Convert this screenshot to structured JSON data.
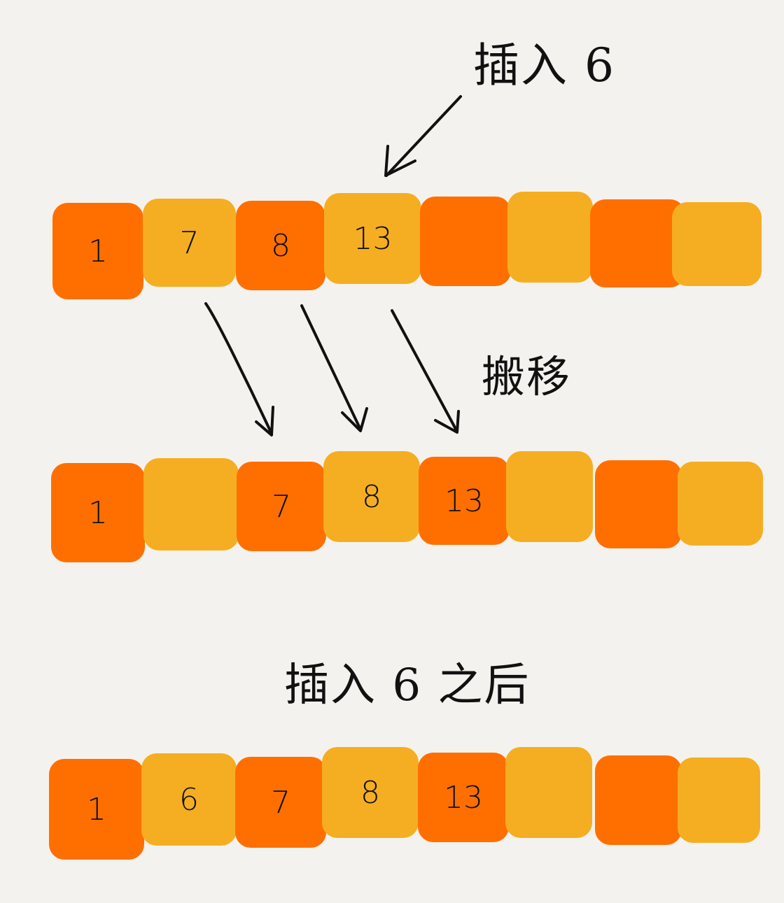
{
  "colors": {
    "background": "#f4f2ee",
    "orange": "#ff6f00",
    "yellow": "#f5ae22",
    "ink": "#111111"
  },
  "labels": {
    "insert": "插入 6",
    "move": "搬移",
    "after_insert": "插入 6 之后"
  },
  "arrays": {
    "before": {
      "cells": [
        {
          "value": "1",
          "color": "orange"
        },
        {
          "value": "7",
          "color": "yellow"
        },
        {
          "value": "8",
          "color": "orange"
        },
        {
          "value": "13",
          "color": "yellow"
        },
        {
          "value": "",
          "color": "orange"
        },
        {
          "value": "",
          "color": "yellow"
        },
        {
          "value": "",
          "color": "orange"
        },
        {
          "value": "",
          "color": "yellow"
        }
      ]
    },
    "shifted": {
      "cells": [
        {
          "value": "1",
          "color": "orange"
        },
        {
          "value": "",
          "color": "yellow"
        },
        {
          "value": "7",
          "color": "orange"
        },
        {
          "value": "8",
          "color": "yellow"
        },
        {
          "value": "13",
          "color": "orange"
        },
        {
          "value": "",
          "color": "yellow"
        },
        {
          "value": "",
          "color": "orange"
        },
        {
          "value": "",
          "color": "yellow"
        }
      ]
    },
    "after": {
      "cells": [
        {
          "value": "1",
          "color": "orange"
        },
        {
          "value": "6",
          "color": "yellow"
        },
        {
          "value": "7",
          "color": "orange"
        },
        {
          "value": "8",
          "color": "yellow"
        },
        {
          "value": "13",
          "color": "orange"
        },
        {
          "value": "",
          "color": "yellow"
        },
        {
          "value": "",
          "color": "orange"
        },
        {
          "value": "",
          "color": "yellow"
        }
      ]
    }
  },
  "arrows": {
    "insert_pointer": {
      "from": "insert-label",
      "to": "before-cell-3"
    },
    "shift_arrows": [
      {
        "from": "before-cell-1",
        "to": "shifted-cell-2"
      },
      {
        "from": "before-cell-2",
        "to": "shifted-cell-3"
      },
      {
        "from": "before-cell-3",
        "to": "shifted-cell-4"
      }
    ]
  }
}
